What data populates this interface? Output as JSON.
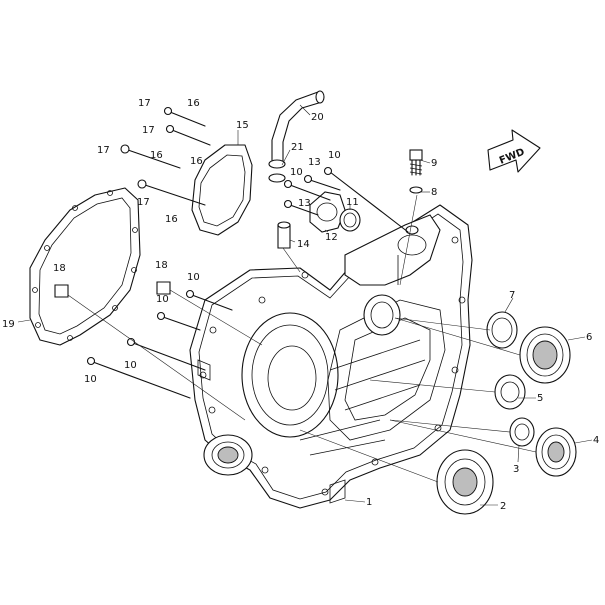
{
  "callouts": {
    "c1": "1",
    "c2": "2",
    "c3": "3",
    "c4": "4",
    "c5": "5",
    "c6": "6",
    "c7": "7",
    "c8": "8",
    "c9": "9",
    "c10a": "10",
    "c10b": "10",
    "c10c": "10",
    "c10d": "10",
    "c10e": "10",
    "c10f": "10",
    "c11": "11",
    "c12": "12",
    "c13a": "13",
    "c13b": "13",
    "c14": "14",
    "c15": "15",
    "c16a": "16",
    "c16b": "16",
    "c16c": "16",
    "c16d": "16",
    "c17a": "17",
    "c17b": "17",
    "c17c": "17",
    "c17d": "17",
    "c18a": "18",
    "c18b": "18",
    "c19": "19",
    "c20": "20",
    "c21": "21"
  },
  "front_arrow": {
    "label": "FWD"
  }
}
